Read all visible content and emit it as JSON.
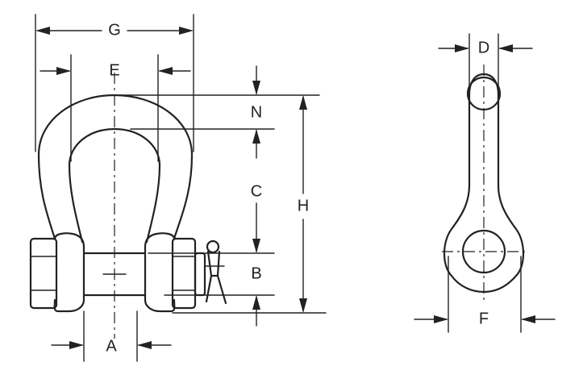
{
  "diagram": {
    "labels": {
      "g": "G",
      "e": "E",
      "n": "N",
      "c": "C",
      "h": "H",
      "b": "B",
      "a": "A",
      "d": "D",
      "f": "F"
    },
    "colors": {
      "ink": "#222222",
      "background": "#ffffff"
    }
  }
}
